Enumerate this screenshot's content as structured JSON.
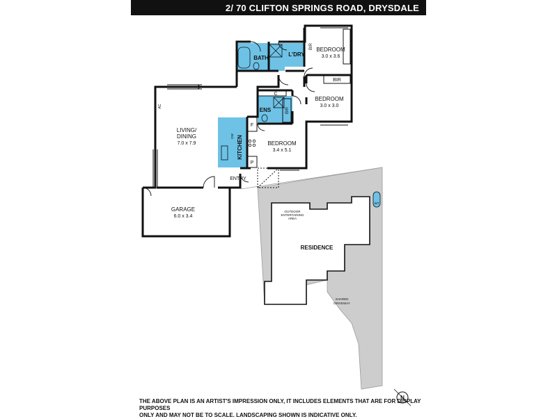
{
  "header": {
    "address": "2/ 70 CLIFTON SPRINGS ROAD, DRYSDALE"
  },
  "rooms": {
    "living_name_line1": "LIVING/",
    "living_name_line2": "DINING",
    "living_size": "7.0 x 7.9",
    "kitchen_name": "KITCHEN",
    "dw_label": "DW",
    "fridge_label": "F",
    "pantry_label": "P",
    "bath_name": "BATH",
    "laundry_name": "L'DRY",
    "bir_label": "BIR",
    "ens_name": "ENS",
    "cupboard_label": "C",
    "bedroom1_name": "BEDROOM",
    "bedroom1_size": "3.0 x 3.6",
    "bedroom2_name": "BEDROOM",
    "bedroom2_size": "3.0 x 3.0",
    "bedroom3_name": "BEDROOM",
    "bedroom3_size": "3.4 x 5.1",
    "entry_name": "ENTRY",
    "garage_name": "GARAGE",
    "garage_size": "6.0 x 3.4",
    "ac_label": "AC"
  },
  "site": {
    "outdoor_line1": "OUTDOOR",
    "outdoor_line2": "ENTERTAINING",
    "outdoor_line3": "AREA",
    "residence": "RESIDENCE",
    "driveway_line1": "SHARED",
    "driveway_line2": "DRIVEWAY",
    "water_tank": "WT"
  },
  "compass": {
    "north_label": "N"
  },
  "disclaimer": {
    "line1": "THE ABOVE PLAN IS AN ARTIST'S IMPRESSION ONLY, IT INCLUDES ELEMENTS THAT ARE FOR DISPLAY PURPOSES",
    "line2": "ONLY AND MAY NOT BE TO SCALE. LANDSCAPING SHOWN IS INDICATIVE ONLY."
  },
  "colors": {
    "wet_area": "#6dc2e6",
    "wall": "#111111",
    "site_fill": "#cdcdcd"
  }
}
